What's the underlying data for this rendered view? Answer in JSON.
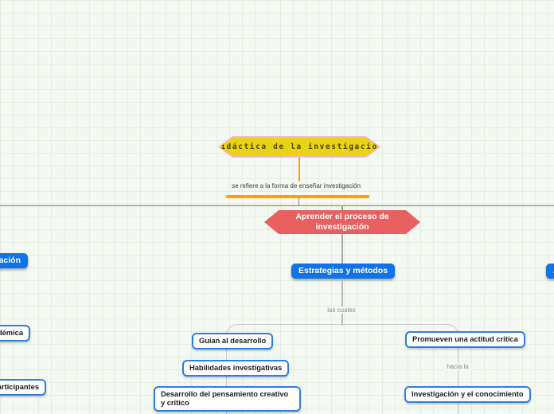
{
  "canvas": {
    "background": "#f4f8f2",
    "grid_color": "#e4eddf"
  },
  "colors": {
    "accent_orange": "#ff9e00",
    "root_yellow_fill": "#e9d414",
    "root_pink_border": "#f2b9c8",
    "root_text": "#4f3f05",
    "process_red_fill": "#e86060",
    "blue_node_fill": "#1273e8",
    "white_node_border": "#2e7de4",
    "trunk_line_gray": "#7d7d7d",
    "branch_line_gray": "#c9c9c9"
  },
  "nodes": {
    "root": {
      "label": "Didáctica de la investigación"
    },
    "aprender": {
      "label": "Aprender el proceso de investigación"
    },
    "estrategias": {
      "label": "Estrategias y métodos"
    },
    "guian": {
      "label": "Guían al desarrollo"
    },
    "habilidades": {
      "label": "Habilidades investigativas"
    },
    "desarrollo": {
      "label": "Desarrollo del pensamiento creativo y crítico"
    },
    "promueven": {
      "label": "Promueven una actitud critica"
    },
    "investigacion": {
      "label": "Investigación y el conocimiento"
    },
    "clipped_left_top": {
      "label": "ación"
    },
    "clipped_left_middle": {
      "label": "adémica"
    },
    "clipped_left_bottom": {
      "label": "participantes"
    },
    "clipped_right": {
      "label": "A"
    }
  },
  "edges": {
    "se_refiere": "se refiere a la forma de enseñar investigación",
    "las_cuales": "las cuales",
    "hacia_la": "hacia la"
  }
}
